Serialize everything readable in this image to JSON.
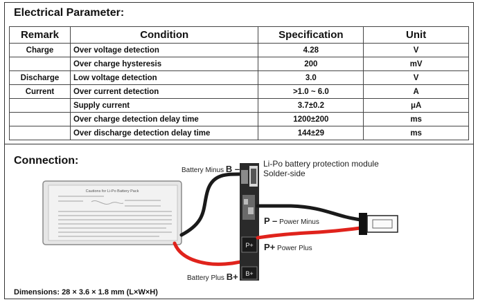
{
  "electrical_title": "Electrical Parameter:",
  "table": {
    "headers": [
      "Remark",
      "Condition",
      "Specification",
      "Unit"
    ],
    "rows": [
      {
        "remark": "Charge",
        "condition": "Over voltage detection",
        "spec": "4.28",
        "unit": "V"
      },
      {
        "remark": "",
        "condition": "Over charge hysteresis",
        "spec": "200",
        "unit": "mV"
      },
      {
        "remark": "Discharge",
        "condition": "Low voltage detection",
        "spec": "3.0",
        "unit": "V"
      },
      {
        "remark": "Current",
        "condition": "Over current detection",
        "spec": ">1.0 ~ 6.0",
        "unit": "A"
      },
      {
        "remark": "",
        "condition": "Supply current",
        "spec": "3.7±0.2",
        "unit": "μA"
      },
      {
        "remark": "",
        "condition": "Over charge detection  delay time",
        "spec": "1200±200",
        "unit": "ms"
      },
      {
        "remark": "",
        "condition": "Over discharge detection  delay time",
        "spec": "144±29",
        "unit": "ms"
      }
    ]
  },
  "connection_title": "Connection:",
  "diagram": {
    "battery_minus_label": "Battery Minus",
    "battery_minus_symbol": "B –",
    "battery_plus_label": "Battery Plus",
    "battery_plus_symbol": "B+",
    "module_title_line1": "Li-Po battery protection module",
    "module_title_line2": "Solder-side",
    "p_minus_symbol": "P –",
    "p_minus_label": "Power Minus",
    "p_plus_symbol": "P+",
    "p_plus_label": "Power Plus",
    "pad_p_plus": "P+",
    "pad_b_plus": "B+",
    "battery_label_title": "Cautions for Li-Po Battery Pack",
    "wire_colors": {
      "black": "#1a1a1a",
      "red": "#e0231c"
    }
  },
  "dimensions": "Dimensions: 28 × 3.6 × 1.8 mm (L×W×H)"
}
